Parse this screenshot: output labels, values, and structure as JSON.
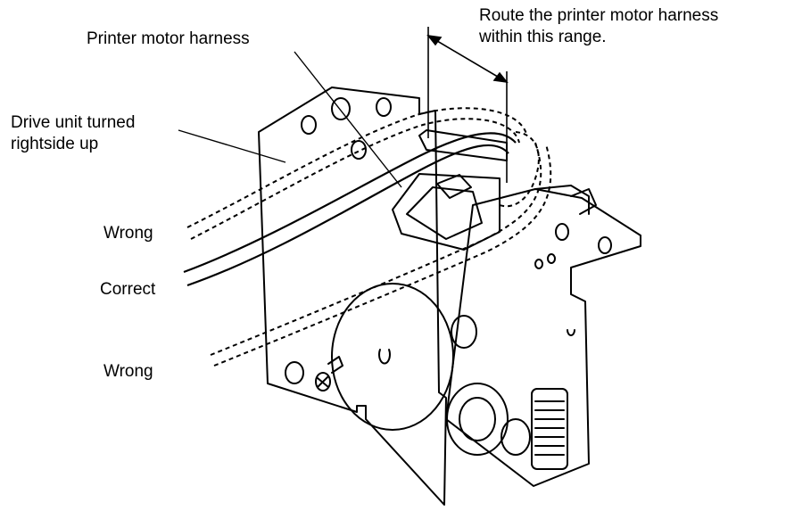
{
  "labels": {
    "route_range_line1": "Route the printer motor harness",
    "route_range_line2": "within this range.",
    "printer_motor_harness": "Printer motor harness",
    "drive_unit_line1": "Drive unit turned",
    "drive_unit_line2": "rightside up",
    "wrong_upper": "Wrong",
    "correct": "Correct",
    "wrong_lower": "Wrong"
  },
  "colors": {
    "ink": "#000000",
    "paper": "#ffffff"
  }
}
